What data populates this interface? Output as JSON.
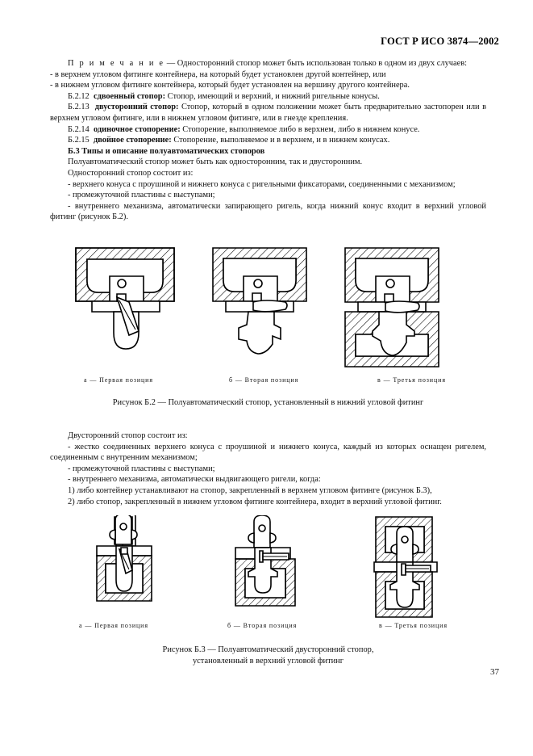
{
  "document": {
    "header": "ГОСТ Р ИСО 3874—2002",
    "page_number": "37"
  },
  "body": {
    "note_label": "П р и м е ч а н и е",
    "note_text": " — Односторонний стопор может быть использован только в одном из двух случаев:",
    "note_bullets": [
      "-  в верхнем угловом фитинге контейнера, на который будет установлен другой контейнер, или",
      "-  в нижнем угловом фитинге контейнера, который будет установлен на вершину другого контейнера."
    ],
    "clauses": [
      {
        "number": "Б.2.12",
        "term": "сдвоенный стопор:",
        "text": " Стопор, имеющий и верхний, и нижний ригельные конусы."
      },
      {
        "number": "Б.2.13",
        "term": "двусторонний стопор:",
        "text": " Стопор, который в одном положении может быть предварительно застопорен или в верхнем угловом фитинге, или в нижнем угловом фитинге, или в гнезде крепления."
      },
      {
        "number": "Б.2.14",
        "term": "одиночное стопорение:",
        "text": " Стопорение, выполняемое либо в верхнем, либо в нижнем конусе."
      },
      {
        "number": "Б.2.15",
        "term": "двойное стопорение:",
        "text": " Стопорение, выполняемое и в верхнем, и в нижнем конусах."
      }
    ],
    "section_heading": "Б.3  Типы и описание полуавтоматических стопоров",
    "para_semiauto": "Полуавтоматический стопор может быть как односторонним, так и двусторонним.",
    "para_oneside_intro": "Односторонний стопор состоит из:",
    "oneside_items": [
      "-  верхнего конуса с проушиной и нижнего конуса с ригельными фиксаторами, соединенными с механизмом;",
      "-  промежуточной пластины с выступами;",
      "-  внутреннего механизма, автоматически запирающего ригель, когда нижний конус входит в верхний угловой фитинг (рисунок Б.2)."
    ],
    "para_twoside_intro": "Двусторонний стопор состоит из:",
    "twoside_items": [
      "-  жестко соединенных верхнего конуса с проушиной и нижнего конуса, каждый из которых оснащен ригелем, соединенным с внутренним механизмом;",
      "-  промежуточной пластины с выступами;",
      "-  внутреннего механизма, автоматически выдвигающего ригели, когда:"
    ],
    "twoside_numbered": [
      "1)  либо контейнер устанавливают на стопор, закрепленный в верхнем угловом фитинге (рисунок Б.3),",
      "2)  либо стопор, закрепленный в нижнем угловом фитинге контейнера, входит в верхний угловой фитинг."
    ]
  },
  "figure_b2": {
    "sublabels": [
      "а — Первая позиция",
      "б — Вторая позиция",
      "в — Третья позиция"
    ],
    "caption": "Рисунок Б.2 — Полуавтоматический стопор, установленный в нижний угловой фитинг"
  },
  "figure_b3": {
    "sublabels": [
      "а — Первая позиция",
      "б — Вторая позиция",
      "в — Третья позиция"
    ],
    "caption_line1": "Рисунок Б.3 — Полуавтоматический двусторонний стопор,",
    "caption_line2": "установленный в верхний угловой фитинг"
  }
}
